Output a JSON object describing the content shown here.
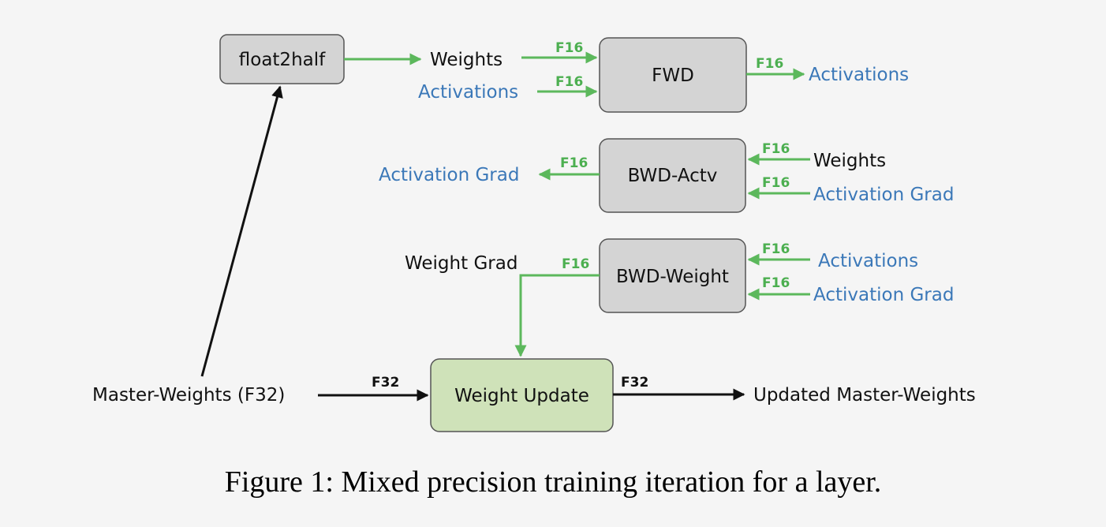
{
  "colors": {
    "background": "#f5f5f5",
    "box_gray": "#d4d4d4",
    "box_green": "#cfe2b9",
    "box_border": "#555555",
    "arrow_green": "#5cb85c",
    "tag_green": "#4caf50",
    "text_blue": "#3b78b8",
    "text_black": "#111111"
  },
  "boxes": {
    "float2half": "float2half",
    "fwd": "FWD",
    "bwd_actv": "BWD-Actv",
    "bwd_weight": "BWD-Weight",
    "weight_update": "Weight Update"
  },
  "labels": {
    "weights_in_fwd": "Weights",
    "activations_in_fwd": "Activations",
    "activations_out_fwd": "Activations",
    "activation_grad_out": "Activation Grad",
    "weights_in_bwd": "Weights",
    "activation_grad_in_bwd": "Activation Grad",
    "weight_grad": "Weight Grad",
    "activations_in_bwdw": "Activations",
    "activation_grad_in_bwdw": "Activation Grad",
    "master_weights": "Master-Weights (F32)",
    "updated_master_weights": "Updated Master-Weights"
  },
  "tags": {
    "f16": "F16",
    "f32": "F32"
  },
  "caption": "Figure 1: Mixed precision training iteration for a layer."
}
